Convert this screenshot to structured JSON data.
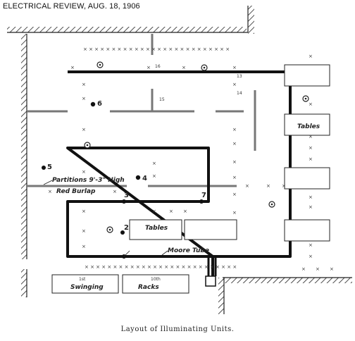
{
  "header": "ELECTRICAL REVIEW, AUG. 18, 1906",
  "caption": "Layout of Illuminating Units.",
  "labels": {
    "tables_right": "Tables",
    "tables_bottom": "Tables",
    "partitions": "Partitions 9'-3\" High",
    "burlap": "Red Burlap",
    "moore_tube": "Moore Tube",
    "swinging": "Swinging",
    "swinging_num": "1st",
    "racks": "Racks",
    "racks_num": "10th",
    "small_16": "16",
    "small_15": "15",
    "small_14": "14",
    "small_13": "13"
  },
  "numbers": {
    "n2": "2",
    "n3": "3",
    "n4": "4",
    "n5": "5",
    "n6": "6",
    "n7": "7"
  },
  "colors": {
    "ink": "#1a1a1a",
    "paper": "#ffffff"
  }
}
